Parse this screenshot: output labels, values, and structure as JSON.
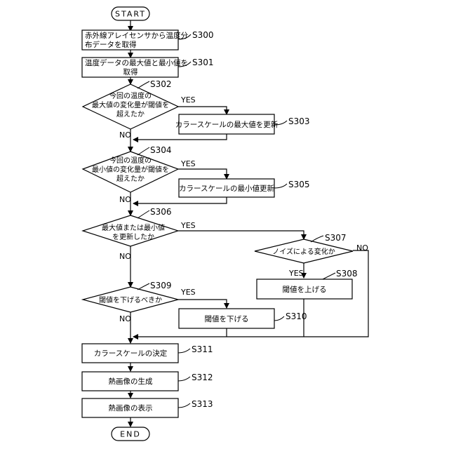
{
  "start": "START",
  "end": "END",
  "yes": "YES",
  "no": "NO",
  "steps": {
    "s300": {
      "label": "S300",
      "lines": [
        "赤外線アレイセンサから温度分",
        "布データを取得"
      ]
    },
    "s301": {
      "label": "S301",
      "lines": [
        "温度データの最大値と最小値を",
        "取得"
      ]
    },
    "s302": {
      "label": "S302",
      "lines": [
        "今回の温度の",
        "最大値の変化量が閾値を",
        "超えたか"
      ]
    },
    "s303": {
      "label": "S303",
      "lines": [
        "カラースケールの最大値を更新"
      ]
    },
    "s304": {
      "label": "S304",
      "lines": [
        "今回の温度の",
        "最小値の変化量が閾値を",
        "超えたか"
      ]
    },
    "s305": {
      "label": "S305",
      "lines": [
        "カラースケールの最小値更新"
      ]
    },
    "s306": {
      "label": "S306",
      "lines": [
        "最大値または最小値",
        "を更新したか"
      ]
    },
    "s307": {
      "label": "S307",
      "lines": [
        "ノイズによる変化か"
      ]
    },
    "s308": {
      "label": "S308",
      "lines": [
        "閾値を上げる"
      ]
    },
    "s309": {
      "label": "S309",
      "lines": [
        "閾値を下げるべきか"
      ]
    },
    "s310": {
      "label": "S310",
      "lines": [
        "閾値を下げる"
      ]
    },
    "s311": {
      "label": "S311",
      "lines": [
        "カラースケールの決定"
      ]
    },
    "s312": {
      "label": "S312",
      "lines": [
        "熱画像の生成"
      ]
    },
    "s313": {
      "label": "S313",
      "lines": [
        "熱画像の表示"
      ]
    }
  }
}
